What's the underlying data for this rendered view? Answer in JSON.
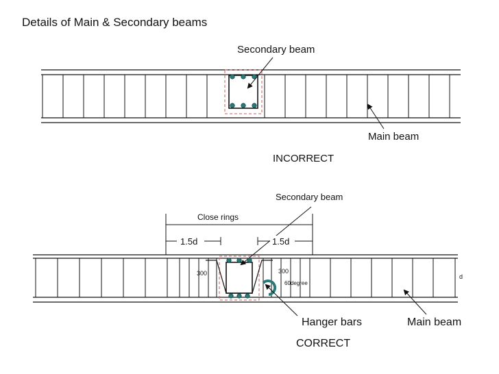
{
  "title": "Details of Main & Secondary beams",
  "top": {
    "secondary_beam_label": "Secondary beam",
    "main_beam_label": "Main beam",
    "verdict": "INCORRECT"
  },
  "bottom": {
    "secondary_beam_label": "Secondary beam",
    "close_rings_label": "Close rings",
    "left_zone_label": "1.5d",
    "right_zone_label": "1.5d",
    "left_dim_label": "300",
    "right_dim_label": "300",
    "angle_label": "60degree",
    "depth_label": "d",
    "hanger_bars_label": "Hanger bars",
    "main_beam_label": "Main beam",
    "verdict": "CORRECT"
  },
  "colors": {
    "line": "#111111",
    "bar_fill": "#2a7a7a",
    "dashed_outline": "#d05858"
  }
}
